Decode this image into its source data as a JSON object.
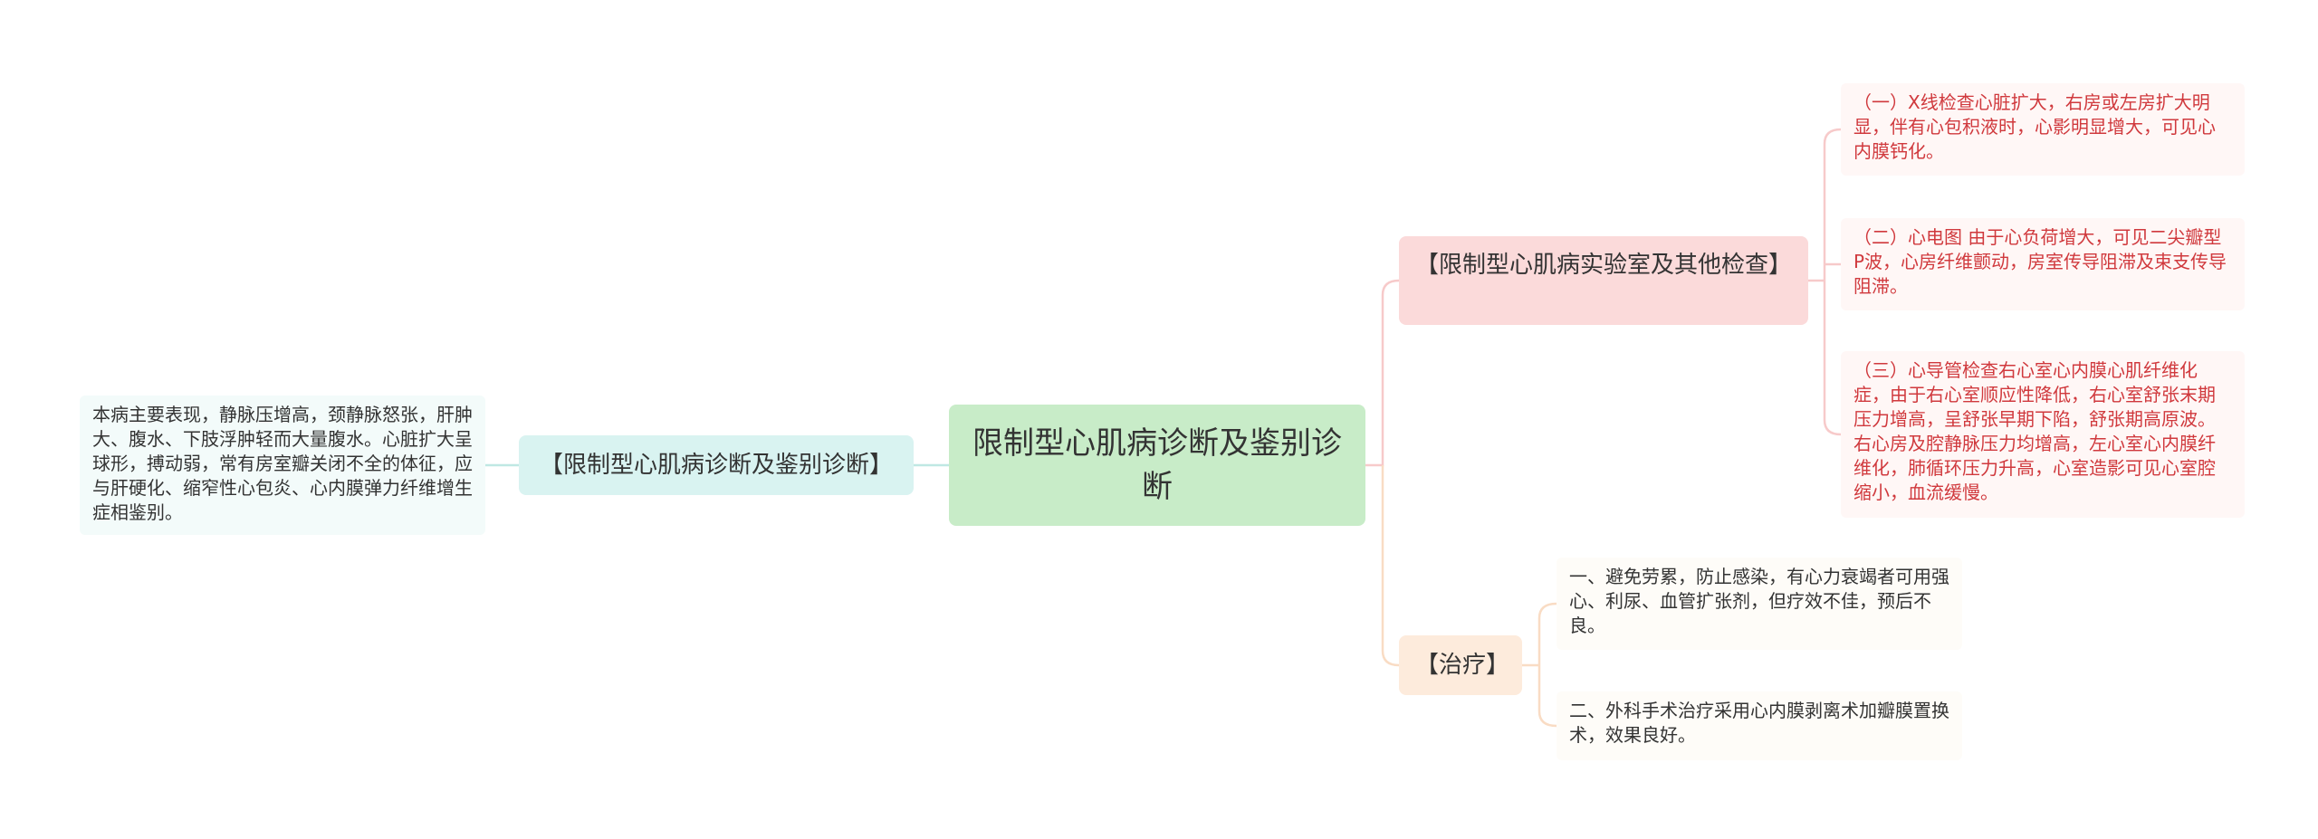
{
  "colors": {
    "root_bg": "#c8ecc8",
    "left_branch_bg": "#d9f3f1",
    "lab_branch_bg": "#fbdada",
    "treatment_branch_bg": "#fdebdc",
    "lab_leaf_text": "#d0393d",
    "line_left": "#bfe8e3",
    "line_lab": "#f7caca",
    "line_treatment": "#f9dcc4"
  },
  "root": {
    "label": "限制型心肌病诊断及鉴别诊断"
  },
  "branches": [
    {
      "label": "【限制型心肌病诊断及鉴别诊断】",
      "children": [
        "本病主要表现，静脉压增高，颈静脉怒张，肝肿大、腹水、下肢浮肿轻而大量腹水。心脏扩大呈球形，搏动弱，常有房室瓣关闭不全的体征，应与肝硬化、缩窄性心包炎、心内膜弹力纤维增生症相鉴别。"
      ]
    },
    {
      "label": "【限制型心肌病实验室及其他检查】",
      "children": [
        "（一）X线检查心脏扩大，右房或左房扩大明显，伴有心包积液时，心影明显增大，可见心内膜钙化。",
        "（二）心电图 由于心负荷增大，可见二尖瓣型P波，心房纤维颤动，房室传导阻滞及束支传导阻滞。",
        "（三）心导管检查右心室心内膜心肌纤维化症，由于右心室顺应性降低，右心室舒张末期压力增高，呈舒张早期下陷，舒张期高原波。右心房及腔静脉压力均增高，左心室心内膜纤维化，肺循环压力升高，心室造影可见心室腔缩小，血流缓慢。"
      ]
    },
    {
      "label": "【治疗】",
      "children": [
        "一、避免劳累，防止感染，有心力衰竭者可用强心、利尿、血管扩张剂，但疗效不佳，预后不良。",
        "二、外科手术治疗采用心内膜剥离术加瓣膜置换术，效果良好。"
      ]
    }
  ]
}
